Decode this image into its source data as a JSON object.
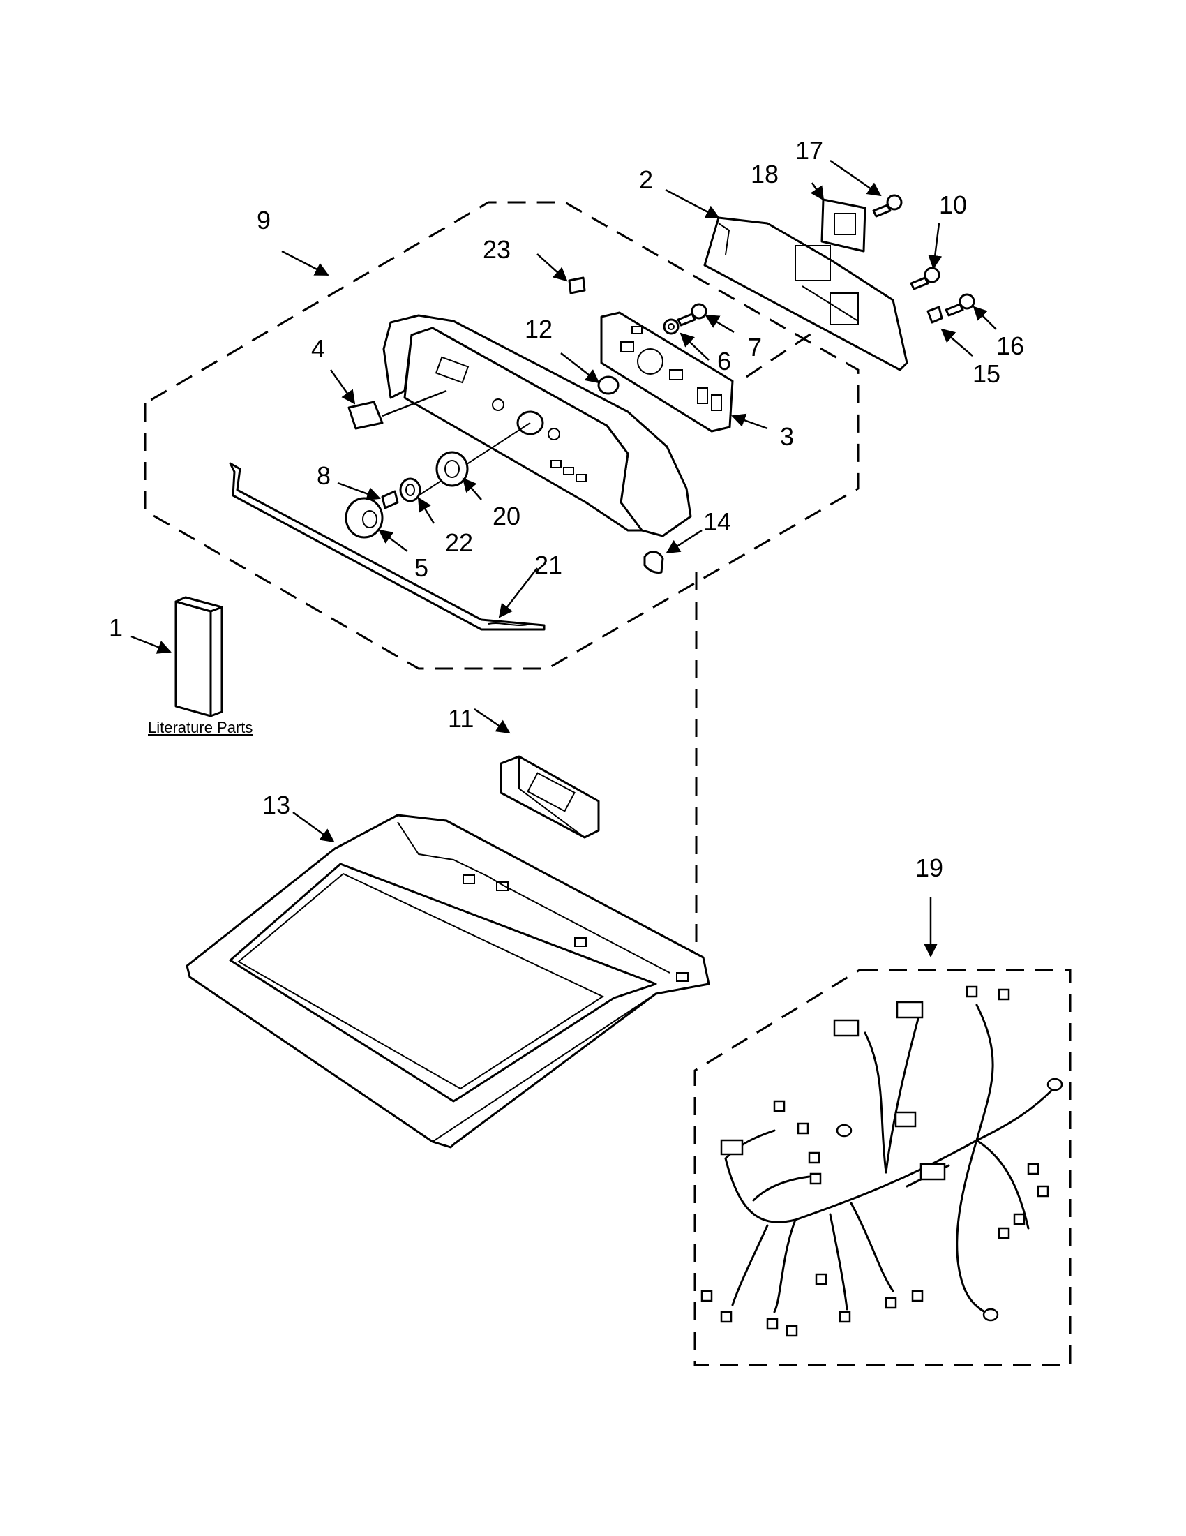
{
  "literature": {
    "label": "Literature Parts"
  },
  "callouts": {
    "c1": "1",
    "c2": "2",
    "c3": "3",
    "c4": "4",
    "c5": "5",
    "c6": "6",
    "c7": "7",
    "c8": "8",
    "c9": "9",
    "c10": "10",
    "c11": "11",
    "c12": "12",
    "c13": "13",
    "c14": "14",
    "c15": "15",
    "c16": "16",
    "c17": "17",
    "c18": "18",
    "c19": "19",
    "c20": "20",
    "c21": "21",
    "c22": "22",
    "c23": "23"
  }
}
